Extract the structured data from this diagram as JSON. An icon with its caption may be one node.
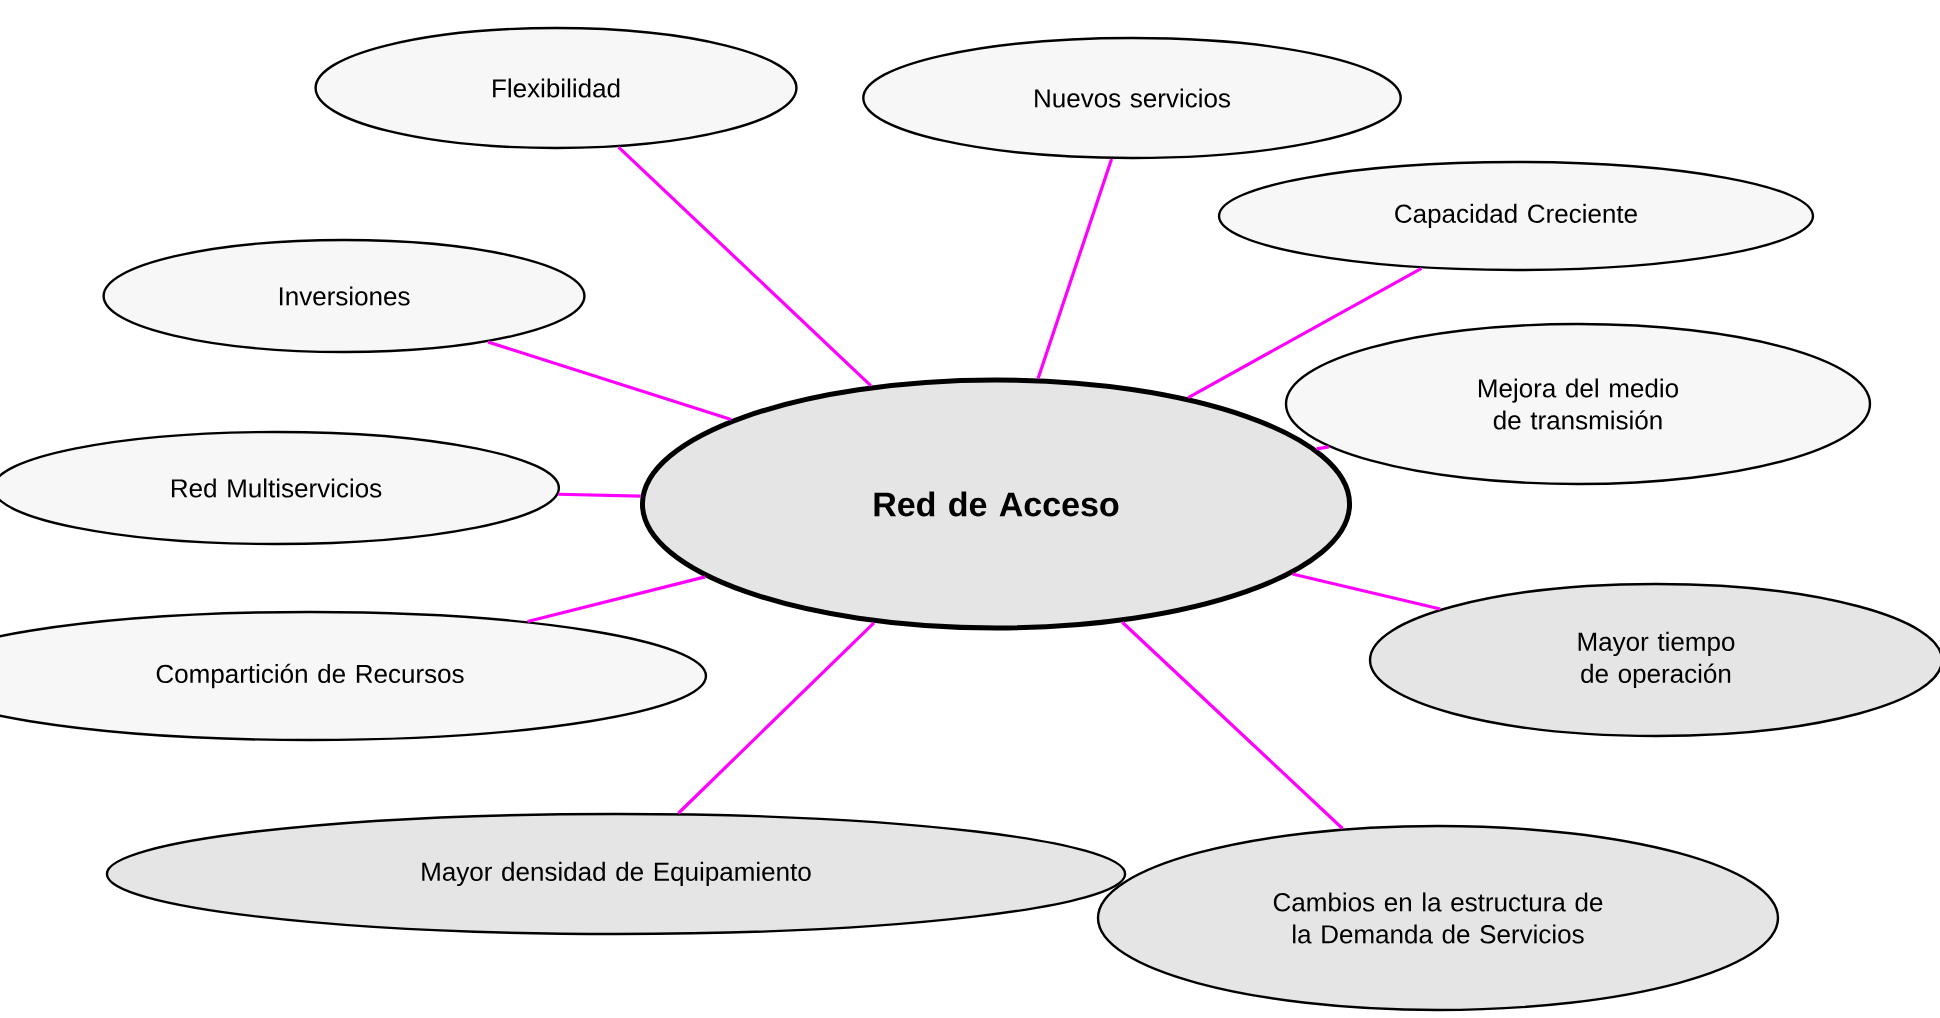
{
  "diagram": {
    "nodes": [
      {
        "text": [
          "Red de Acceso"
        ]
      },
      {
        "text": [
          "Flexibilidad"
        ]
      },
      {
        "text": [
          "Nuevos servicios"
        ]
      },
      {
        "text": [
          "Capacidad Creciente"
        ]
      },
      {
        "text": [
          "Inversiones"
        ]
      },
      {
        "text": [
          "Mejora del medio de transmisión"
        ]
      },
      {
        "text": [
          "Red Multiservicios"
        ]
      },
      {
        "text": [
          "Mayor tiempo de operación"
        ]
      },
      {
        "text": [
          "Compartición de Recursos"
        ]
      },
      {
        "text": [
          "Mayor densidad de Equipamiento"
        ]
      },
      {
        "text": [
          "Cambios en la estructura de la Demanda de Servicios"
        ]
      }
    ],
    "edges": [
      {
        "from": 0,
        "to": 1,
        "arrow": "none"
      },
      {
        "from": 0,
        "to": 2,
        "arrow": "none"
      },
      {
        "from": 0,
        "to": 3,
        "arrow": "none"
      },
      {
        "from": 0,
        "to": 4,
        "arrow": "none"
      },
      {
        "from": 0,
        "to": 5,
        "arrow": "none"
      },
      {
        "from": 0,
        "to": 6,
        "arrow": "none"
      },
      {
        "from": 0,
        "to": 7,
        "arrow": "none"
      },
      {
        "from": 0,
        "to": 8,
        "arrow": "none"
      },
      {
        "from": 0,
        "to": 9,
        "arrow": "none"
      },
      {
        "from": 0,
        "to": 10,
        "arrow": "none"
      }
    ]
  }
}
